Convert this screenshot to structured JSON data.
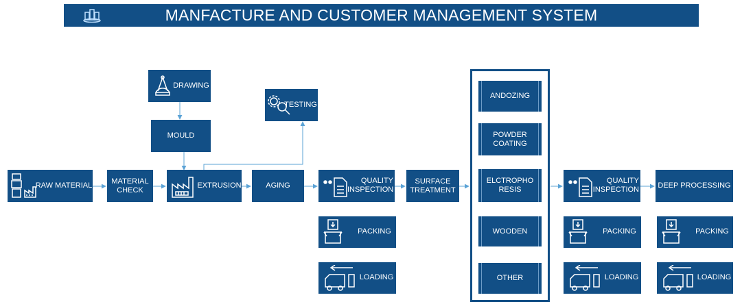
{
  "header": {
    "title": "MANFACTURE AND CUSTOMER MANAGEMENT SYSTEM",
    "logo_icon": "buildings-icon"
  },
  "colors": {
    "box": "#124f86",
    "arrow": "#5ba3d6",
    "text": "#ffffff"
  },
  "nodes": {
    "raw_material": "RAW MATERIAL",
    "material_check": "MATERIAL\nCHECK",
    "drawing": "DRAWING",
    "mould": "MOULD",
    "extrusion": "EXTRUSION",
    "testing": "TESTING",
    "aging": "AGING",
    "quality_inspection_1": "QUALITY\nINSPECTION",
    "surface_treatment": "SURFACE\nTREATMENT",
    "packing_1": "PACKING",
    "loading_1": "LOADING",
    "quality_inspection_2": "QUALITY\nINSPECTION",
    "deep_processing": "DEEP PROCESSING",
    "packing_2": "PACKING",
    "loading_2": "LOADING",
    "packing_3": "PACKING",
    "loading_3": "LOADING"
  },
  "finishes": [
    "ANDOZING",
    "POWDER\nCOATING",
    "ELCTROPHO\nRESIS",
    "WOODEN",
    "OTHER"
  ],
  "icons": {
    "raw_material": "materials-icon",
    "drawing": "drafting-compass-icon",
    "extrusion": "factory-icon",
    "testing": "gears-magnifier-icon",
    "quality_inspection": "clipboard-check-icon",
    "packing": "box-down-icon",
    "loading": "truck-icon"
  }
}
